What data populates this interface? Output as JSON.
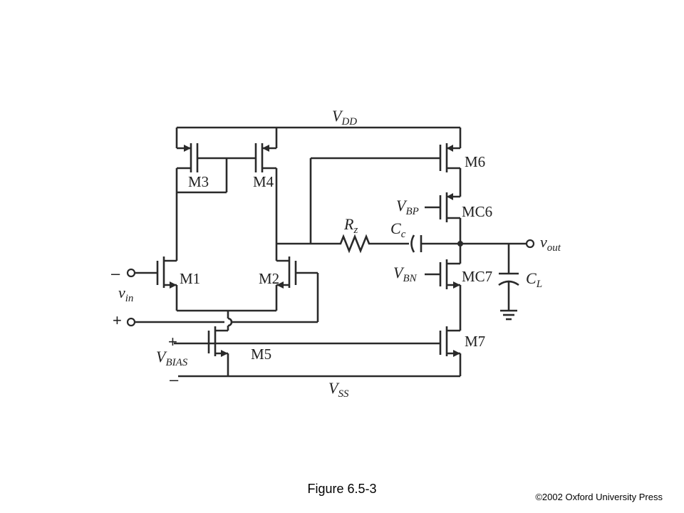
{
  "figure": {
    "caption": "Figure 6.5-3",
    "copyright": "©2002 Oxford University Press"
  },
  "diagram": {
    "type": "circuit-schematic",
    "supply_labels": {
      "vdd_main": "V",
      "vdd_sub": "DD",
      "vss_main": "V",
      "vss_sub": "SS"
    },
    "transistors": [
      "M1",
      "M2",
      "M3",
      "M4",
      "M5",
      "M6",
      "MC6",
      "MC7",
      "M7"
    ],
    "labels": {
      "m1": "M1",
      "m2": "M2",
      "m3": "M3",
      "m4": "M4",
      "m5": "M5",
      "m6": "M6",
      "mc6": "MC6",
      "mc7": "MC7",
      "m7": "M7"
    },
    "components": {
      "rz_main": "R",
      "rz_sub": "z",
      "cc_main": "C",
      "cc_sub": "c",
      "cl_main": "C",
      "cl_sub": "L"
    },
    "bias_labels": {
      "vbp_main": "V",
      "vbp_sub": "BP",
      "vbn_main": "V",
      "vbn_sub": "BN",
      "vbias_main": "V",
      "vbias_sub": "BIAS"
    },
    "io_labels": {
      "vin_main": "v",
      "vin_sub": "in",
      "vout_main": "v",
      "vout_sub": "out"
    },
    "polarity": {
      "vin_minus": "–",
      "vin_plus": "+",
      "vbias_plus": "+",
      "vbias_minus": "–"
    }
  }
}
